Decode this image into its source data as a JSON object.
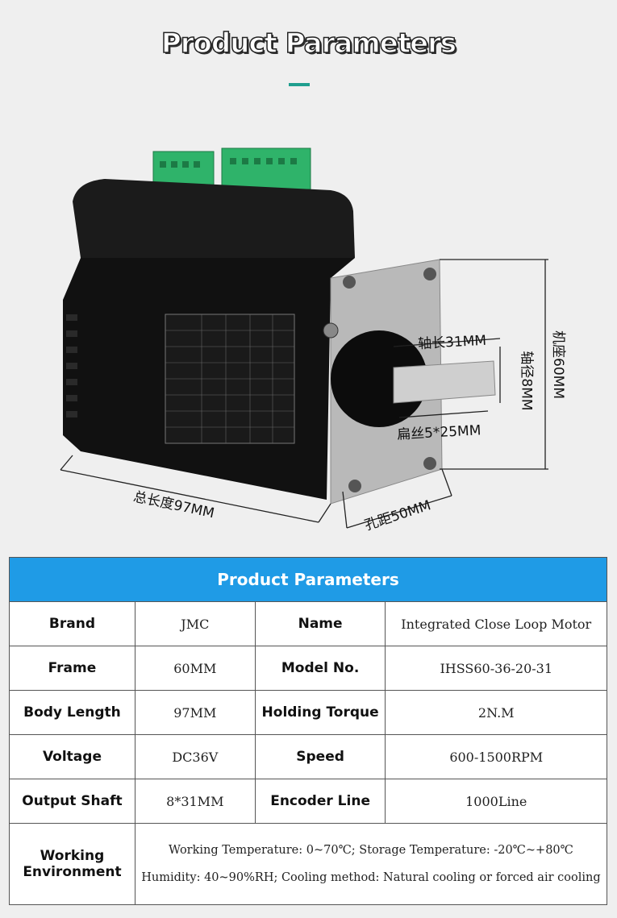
{
  "page_title": "Product Parameters",
  "dimensions": {
    "shaft_length": "轴长31MM",
    "shaft_diameter": "轴径8MM",
    "flat": "扁丝5*25MM",
    "frame": "机座60MM",
    "total_length": "总长度97MM",
    "hole_distance": "孔距50MM"
  },
  "table": {
    "header": "Product Parameters",
    "rows": [
      {
        "l1": "Brand",
        "v1": "JMC",
        "l2": "Name",
        "v2": "Integrated Close Loop Motor"
      },
      {
        "l1": "Frame",
        "v1": "60MM",
        "l2": "Model No.",
        "v2": "IHSS60-36-20-31"
      },
      {
        "l1": "Body Length",
        "v1": "97MM",
        "l2": "Holding Torque",
        "v2": "2N.M"
      },
      {
        "l1": "Voltage",
        "v1": "DC36V",
        "l2": "Speed",
        "v2": "600-1500RPM"
      },
      {
        "l1": "Output Shaft",
        "v1": "8*31MM",
        "l2": "Encoder Line",
        "v2": "1000Line"
      }
    ],
    "environment_label": "Working Environment",
    "environment_line1": "Working Temperature: 0~70℃; Storage Temperature: -20℃~+80℃",
    "environment_line2": "Humidity: 40~90%RH; Cooling method: Natural cooling or forced air cooling"
  },
  "colors": {
    "accent": "#1f9e8e",
    "table_header": "#1f9be6",
    "terminal_green": "#2fb36a"
  }
}
